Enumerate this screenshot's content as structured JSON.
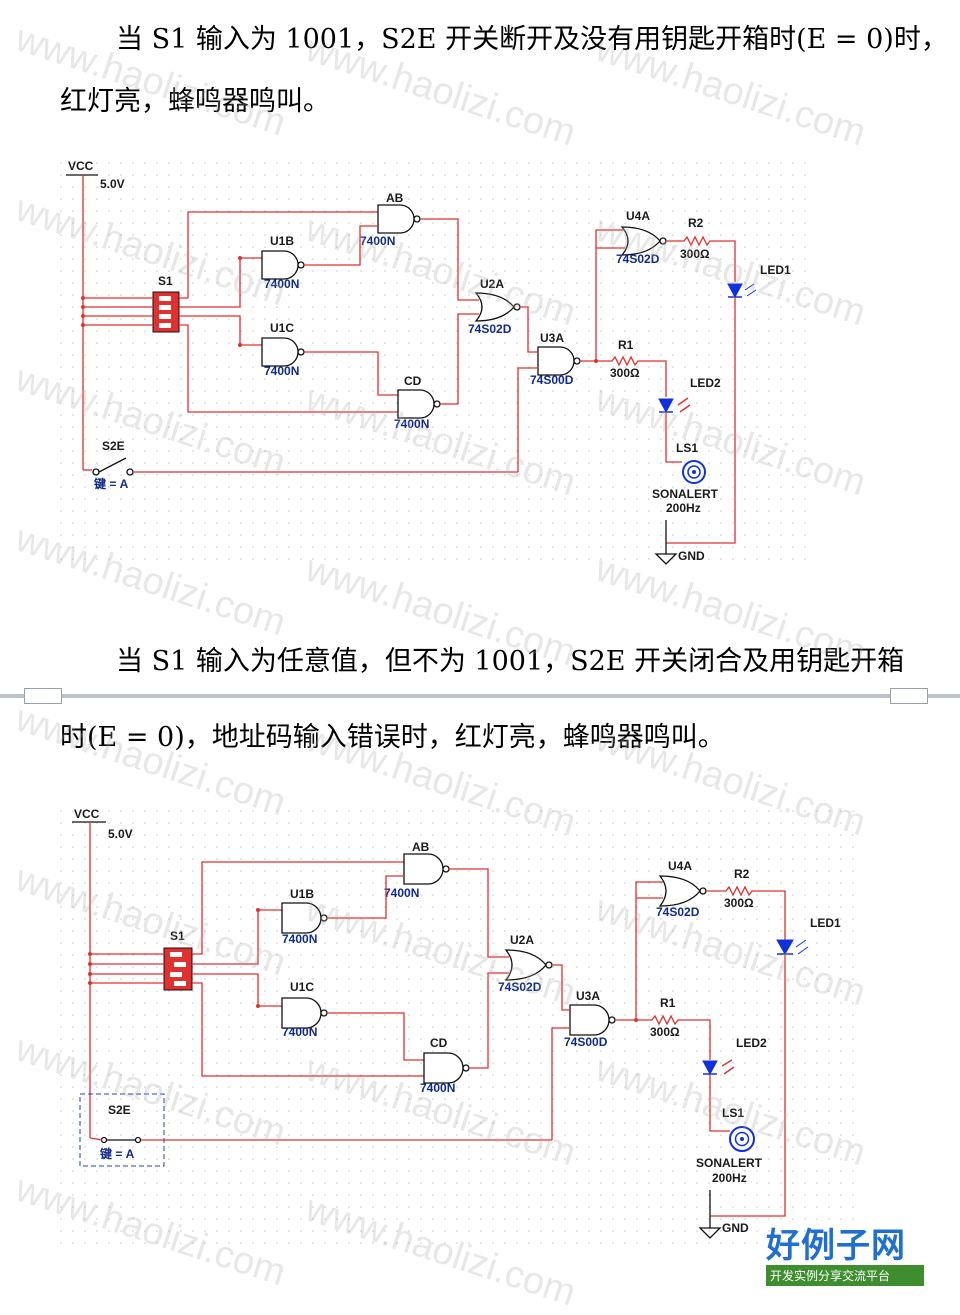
{
  "paragraphs": {
    "p1_line1": "当 S1 输入为 1001，S2E 开关断开及没有用钥匙开箱时(E = 0)时，",
    "p1_line2": "红灯亮，蜂鸣器鸣叫。",
    "p2_line1": "当 S1 输入为任意值，但不为 1001，S2E 开关闭合及用钥匙开箱",
    "p2_line2": "时(E = 0)，地址码输入错误时，红灯亮，蜂鸣器鸣叫。"
  },
  "schematic1": {
    "vcc": "VCC",
    "vcc_value": "5.0V",
    "s1": "S1",
    "gate_ab": "AB",
    "gate_ab_part": "7400N",
    "gate_u1b": "U1B",
    "gate_u1b_part": "7400N",
    "gate_u1c": "U1C",
    "gate_u1c_part": "7400N",
    "gate_cd": "CD",
    "gate_cd_part": "7400N",
    "gate_u2a": "U2A",
    "gate_u2a_part": "74S02D",
    "gate_u3a": "U3A",
    "gate_u3a_part": "74S00D",
    "gate_u4a": "U4A",
    "gate_u4a_part": "74S02D",
    "r1": "R1",
    "r1_value": "300Ω",
    "r2": "R2",
    "r2_value": "300Ω",
    "led1": "LED1",
    "led2": "LED2",
    "ls1": "LS1",
    "ls1_type": "SONALERT",
    "ls1_freq": "200Hz",
    "gnd": "GND",
    "switch": "S2E",
    "switch_key": "键 = A"
  },
  "schematic2": {
    "vcc": "VCC",
    "vcc_value": "5.0V",
    "s1": "S1",
    "gate_ab": "AB",
    "gate_ab_part": "7400N",
    "gate_u1b": "U1B",
    "gate_u1b_part": "7400N",
    "gate_u1c": "U1C",
    "gate_u1c_part": "7400N",
    "gate_cd": "CD",
    "gate_cd_part": "7400N",
    "gate_u2a": "U2A",
    "gate_u2a_part": "74S02D",
    "gate_u3a": "U3A",
    "gate_u3a_part": "74S00D",
    "gate_u4a": "U4A",
    "gate_u4a_part": "74S02D",
    "r1": "R1",
    "r1_value": "300Ω",
    "r2": "R2",
    "r2_value": "300Ω",
    "led1": "LED1",
    "led2": "LED2",
    "ls1": "LS1",
    "ls1_type": "SONALERT",
    "ls1_freq": "200Hz",
    "gnd": "GND",
    "switch": "S2E",
    "switch_key": "键 = A"
  },
  "watermark": "www.haolizi.com",
  "logo": {
    "name": "好例子网",
    "tagline": "开发实例分享交流平台"
  },
  "colors": {
    "wire": "#e03030",
    "part_label": "#102a8a",
    "led": "#1030e0",
    "logo_blue": "#1f6fd1",
    "logo_green": "#3e8e2f"
  }
}
